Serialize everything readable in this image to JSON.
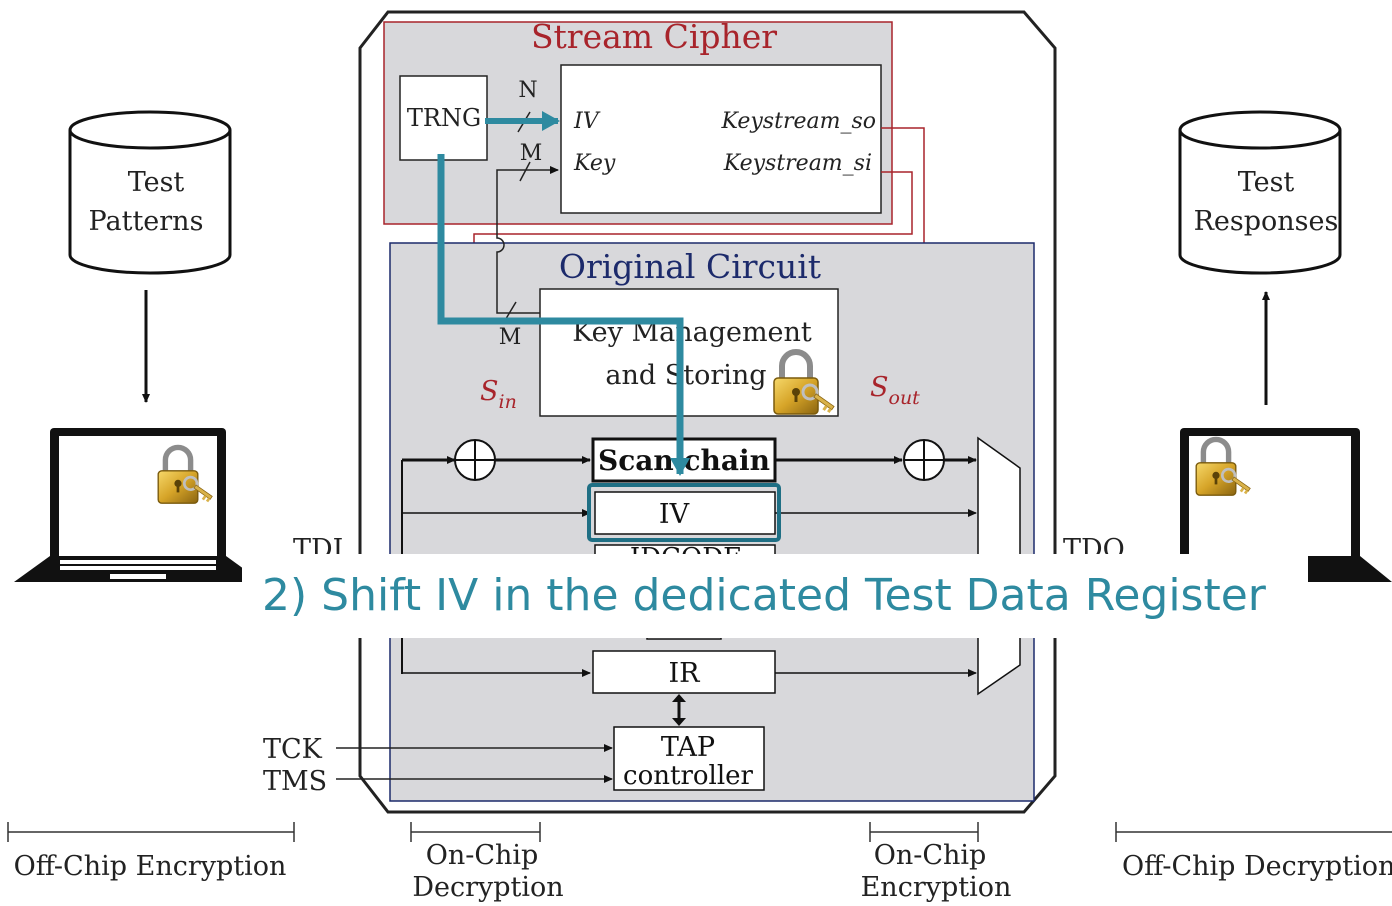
{
  "colors": {
    "stream_cipher": "#a8242b",
    "original_circuit": "#1c2a6b",
    "accent_teal": "#2e8aa0",
    "region_fill": "#d6d7da",
    "chip_outline": "#222222"
  },
  "left": {
    "db_label_1": "Test",
    "db_label_2": "Patterns",
    "bracket_label": "Off-Chip Encryption"
  },
  "right": {
    "db_label_1": "Test",
    "db_label_2": "Responses",
    "bracket_label": "Off-Chip Decryption"
  },
  "stream_cipher": {
    "title": "Stream Cipher",
    "trng": "TRNG",
    "bus_n": "N",
    "bus_m": "M",
    "iv_port": "IV",
    "key_port": "Key",
    "ks_so": "Keystream_so",
    "ks_si": "Keystream_si"
  },
  "original_circuit": {
    "title": "Original Circuit",
    "key_mgmt_line1": "Key Management",
    "key_mgmt_line2": "and Storing",
    "bus_m": "M",
    "s_in": "S",
    "s_in_sub": "in",
    "s_out": "S",
    "s_out_sub": "out",
    "scan_chain": "Scan chain",
    "iv_reg": "IV",
    "idcode": "IDCODE",
    "ir": "IR",
    "tap_line1": "TAP",
    "tap_line2": "controller"
  },
  "pins": {
    "tdi": "TDI",
    "tdo": "TDO",
    "tck": "TCK",
    "tms": "TMS"
  },
  "bottom": {
    "on_chip_dec_1": "On-Chip",
    "on_chip_dec_2": "Decryption",
    "on_chip_enc_1": "On-Chip",
    "on_chip_enc_2": "Encryption"
  },
  "overlay": {
    "caption": "2) Shift IV in the dedicated Test Data Register"
  },
  "icons": [
    "padlock-key-icon",
    "laptop-icon",
    "database-cylinder-icon"
  ]
}
